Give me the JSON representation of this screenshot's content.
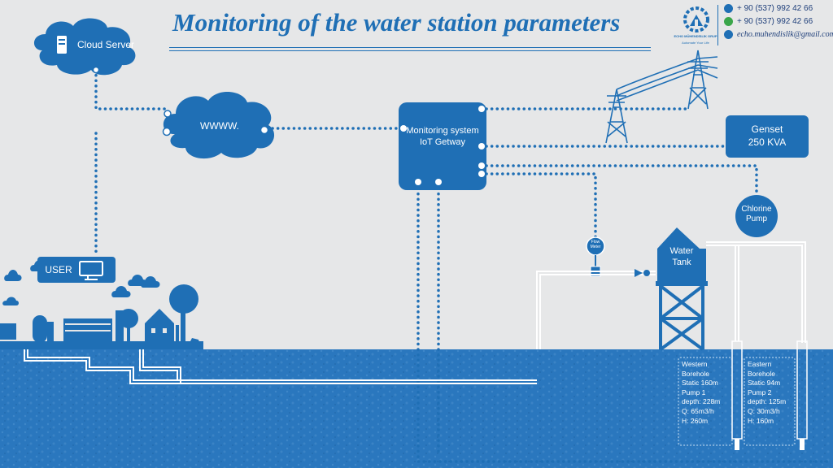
{
  "title": "Monitoring of the water station parameters",
  "company": {
    "name": "ECHO MÜHENDİSLİK GRUP",
    "tagline": "Automate Your Life",
    "phone": "+ 90 (537) 992 42 66",
    "whatsapp": "+ 90 (537) 992 42 66",
    "email": "echo.muhendislik@gmail.com"
  },
  "nodes": {
    "cloud_server": "Cloud Server",
    "internet": "WWWW.",
    "user": "USER",
    "gateway_line1": "Monitoring system",
    "gateway_line2": "IoT Getway",
    "genset_line1": "Genset",
    "genset_line2": "250 KVA",
    "chlorine_line1": "Chlorine",
    "chlorine_line2": "Pump",
    "tank_line1": "Water",
    "tank_line2": "Tank",
    "flow_line1": "Flow",
    "flow_line2": "Meter"
  },
  "boreholes": [
    {
      "lines": [
        "Western",
        "Borehole",
        "Static 160m",
        "Pump 1",
        "depth: 228m",
        "Q: 65m3/h",
        "H: 260m"
      ]
    },
    {
      "lines": [
        "Eastern",
        "Borehole",
        "Static 94m",
        "Pump 2",
        "depth: 125m",
        "Q: 30m3/h",
        "H: 160m"
      ]
    }
  ],
  "colors": {
    "background": "#e6e7e8",
    "primary": "#1f6fb5",
    "dark": "#1a5a9a",
    "ground": "#2a77be"
  }
}
